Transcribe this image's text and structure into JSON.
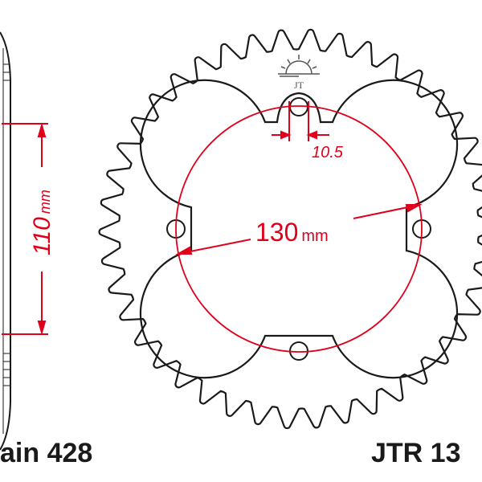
{
  "colors": {
    "outline": "#1a1a1a",
    "dimension": "#e0001b",
    "logo": "#555555"
  },
  "sprocket": {
    "teeth": 42
  },
  "dimensions": {
    "bore_label": "110",
    "bore_unit": "mm",
    "bolt_circle_label": "130",
    "bolt_circle_unit": "mm",
    "hole_label": "10.5"
  },
  "footer": {
    "chain": "ain 428",
    "part_number": "JTR 13"
  },
  "logo": {
    "icon": "sun-logo-icon",
    "glyph": "JT"
  }
}
